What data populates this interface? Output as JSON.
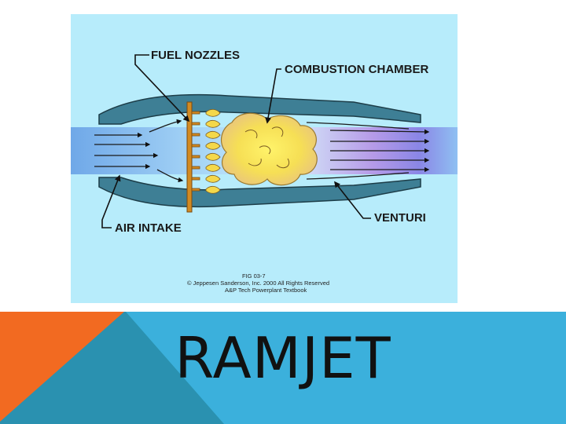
{
  "figure": {
    "labels": {
      "fuel_nozzles": "FUEL NOZZLES",
      "combustion_chamber": "COMBUSTION CHAMBER",
      "air_intake": "AIR INTAKE",
      "venturi": "VENTURI"
    },
    "credit": {
      "fig": "FIG 03-7",
      "copyright": "© Jeppesen Sanderson, Inc. 2000 All Rights Reserved",
      "source": "A&P Tech Powerplant Textbook"
    }
  },
  "slide": {
    "title": "RAMJET"
  },
  "colors": {
    "figure_bg": "#b7ecfb",
    "engine_wall": "#3e7f95",
    "nozzle_bar": "#d28a22",
    "flame": "#f4d84a",
    "banner_orange": "#f26a21",
    "banner_teal": "#2a91b0",
    "banner_blue": "#3bb0dc"
  }
}
